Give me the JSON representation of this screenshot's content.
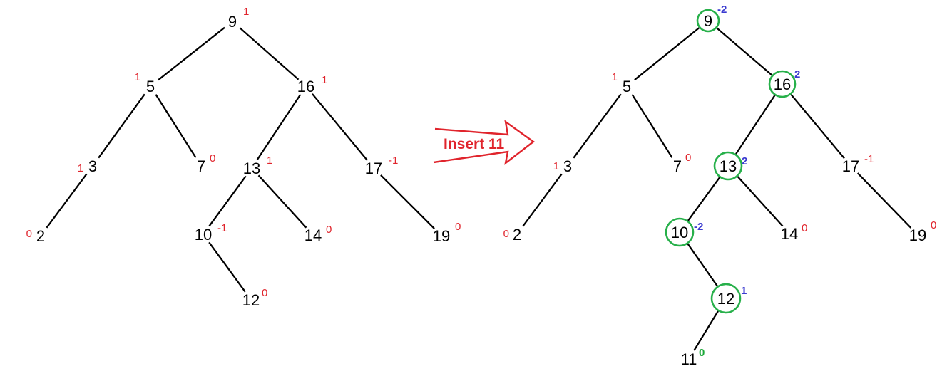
{
  "arrow": {
    "label": "Insert 11",
    "color": "#e0242c"
  },
  "colors": {
    "key": "#000000",
    "balance_before": "#e0242c",
    "balance_changed": "#3a3ad0",
    "balance_new": "#1aa838",
    "highlight_ring": "#27b04a"
  },
  "trees": [
    {
      "name": "before",
      "nodes": [
        {
          "id": "9",
          "key": "9",
          "balance": "1"
        },
        {
          "id": "5",
          "key": "5",
          "balance": "1"
        },
        {
          "id": "16",
          "key": "16",
          "balance": "1"
        },
        {
          "id": "3",
          "key": "3",
          "balance": "1"
        },
        {
          "id": "7",
          "key": "7",
          "balance": "0"
        },
        {
          "id": "13",
          "key": "13",
          "balance": "1"
        },
        {
          "id": "17",
          "key": "17",
          "balance": "-1"
        },
        {
          "id": "2",
          "key": "2",
          "balance": "0"
        },
        {
          "id": "10",
          "key": "10",
          "balance": "-1"
        },
        {
          "id": "14",
          "key": "14",
          "balance": "0"
        },
        {
          "id": "19",
          "key": "19",
          "balance": "0"
        },
        {
          "id": "12",
          "key": "12",
          "balance": "0"
        }
      ],
      "edges": [
        [
          "9",
          "5"
        ],
        [
          "9",
          "16"
        ],
        [
          "5",
          "3"
        ],
        [
          "5",
          "7"
        ],
        [
          "16",
          "13"
        ],
        [
          "16",
          "17"
        ],
        [
          "3",
          "2"
        ],
        [
          "13",
          "10"
        ],
        [
          "13",
          "14"
        ],
        [
          "17",
          "19"
        ],
        [
          "10",
          "12"
        ]
      ]
    },
    {
      "name": "after",
      "nodes": [
        {
          "id": "9",
          "key": "9",
          "balance": "-2",
          "highlight": true
        },
        {
          "id": "5",
          "key": "5",
          "balance": "1"
        },
        {
          "id": "16",
          "key": "16",
          "balance": "2",
          "highlight": true
        },
        {
          "id": "3",
          "key": "3",
          "balance": "1"
        },
        {
          "id": "7",
          "key": "7",
          "balance": "0"
        },
        {
          "id": "13",
          "key": "13",
          "balance": "2",
          "highlight": true
        },
        {
          "id": "17",
          "key": "17",
          "balance": "-1"
        },
        {
          "id": "2",
          "key": "2",
          "balance": "0"
        },
        {
          "id": "10",
          "key": "10",
          "balance": "-2",
          "highlight": true
        },
        {
          "id": "14",
          "key": "14",
          "balance": "0"
        },
        {
          "id": "19",
          "key": "19",
          "balance": "0"
        },
        {
          "id": "12",
          "key": "12",
          "balance": "1",
          "highlight": true
        },
        {
          "id": "11",
          "key": "11",
          "balance": "0",
          "new": true
        }
      ],
      "edges": [
        [
          "9",
          "5"
        ],
        [
          "9",
          "16"
        ],
        [
          "5",
          "3"
        ],
        [
          "5",
          "7"
        ],
        [
          "16",
          "13"
        ],
        [
          "16",
          "17"
        ],
        [
          "3",
          "2"
        ],
        [
          "13",
          "10"
        ],
        [
          "13",
          "14"
        ],
        [
          "17",
          "19"
        ],
        [
          "10",
          "12"
        ],
        [
          "12",
          "11"
        ]
      ]
    }
  ]
}
